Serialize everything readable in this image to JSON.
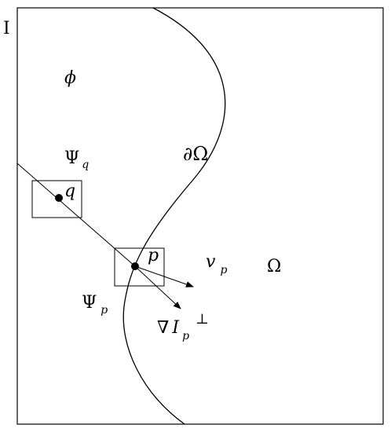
{
  "labels": {
    "image": "I",
    "phi": "ϕ",
    "boundary": "∂Ω",
    "omega": "Ω",
    "psi_q": {
      "base": "Ψ",
      "sub": "q"
    },
    "psi_p": {
      "base": "Ψ",
      "sub": "p"
    },
    "point_q": "q",
    "point_p": "p",
    "vp": {
      "base": "v",
      "sub": "p"
    },
    "grad": {
      "nabla": "∇",
      "base": "I",
      "sub": "p",
      "sup": "⊥"
    }
  },
  "colors": {
    "stroke": "#000000",
    "background": "#ffffff"
  }
}
